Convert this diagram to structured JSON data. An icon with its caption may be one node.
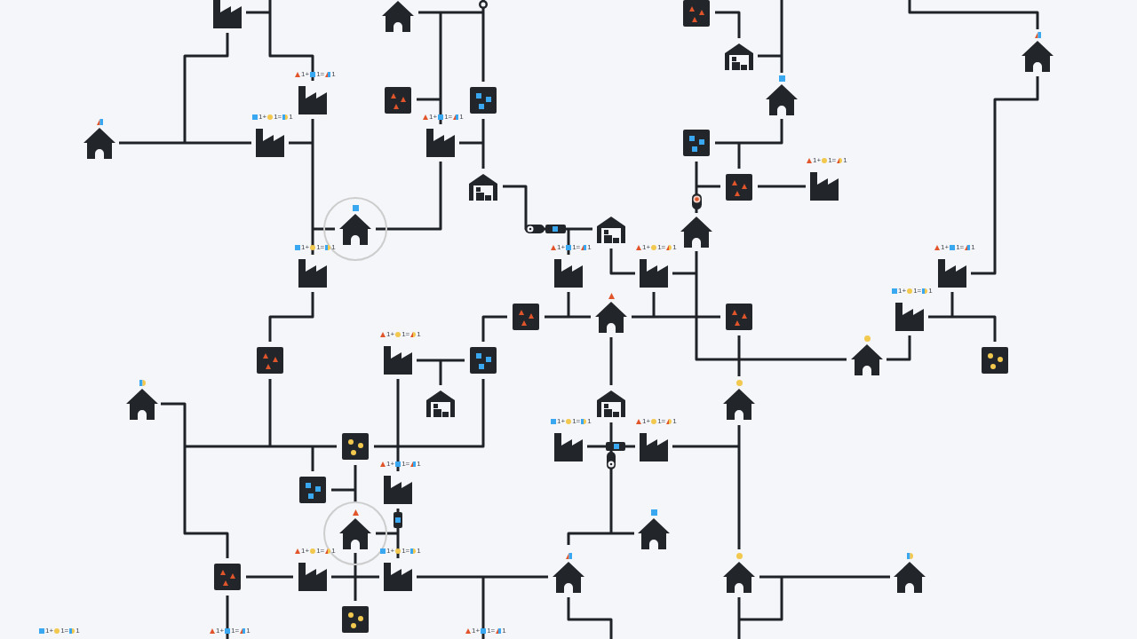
{
  "diagram": {
    "labels": [
      "1+",
      "1=",
      "1",
      "1+",
      "1=",
      "1",
      "1+",
      "1=",
      "1",
      "1+",
      "1=",
      "1",
      "1+",
      "1=",
      "1",
      "1+",
      "1=",
      "1",
      "1+",
      "1=",
      "1",
      "1+",
      "1=",
      "1",
      "1+",
      "1=",
      "1",
      "1+",
      "1=",
      "1",
      "1+",
      "1=",
      "1",
      "1+",
      "1=",
      "1",
      "1+",
      "1=",
      "1",
      "1+",
      "1=",
      "1",
      "1+",
      "1=",
      "1",
      "1+",
      "1=",
      "1",
      "1+",
      "1=",
      "1",
      "1+",
      "1=",
      "1"
    ]
  }
}
